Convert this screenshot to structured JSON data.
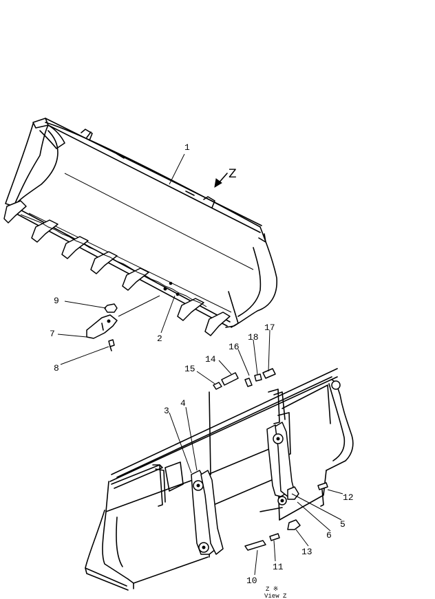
{
  "diagram": {
    "view_arrow_label": "Z",
    "view_caption_line1": "Z  ※",
    "view_caption_line2": "View Z",
    "callouts": [
      {
        "id": "c1",
        "text": "1"
      },
      {
        "id": "c2",
        "text": "2"
      },
      {
        "id": "c3",
        "text": "3"
      },
      {
        "id": "c4",
        "text": "4"
      },
      {
        "id": "c5",
        "text": "5"
      },
      {
        "id": "c6",
        "text": "6"
      },
      {
        "id": "c7",
        "text": "7"
      },
      {
        "id": "c8",
        "text": "8"
      },
      {
        "id": "c9",
        "text": "9"
      },
      {
        "id": "c10",
        "text": "10"
      },
      {
        "id": "c11",
        "text": "11"
      },
      {
        "id": "c12",
        "text": "12"
      },
      {
        "id": "c13",
        "text": "13"
      },
      {
        "id": "c14",
        "text": "14"
      },
      {
        "id": "c15",
        "text": "15"
      },
      {
        "id": "c16",
        "text": "16"
      },
      {
        "id": "c17",
        "text": "17"
      },
      {
        "id": "c18",
        "text": "18"
      }
    ]
  }
}
